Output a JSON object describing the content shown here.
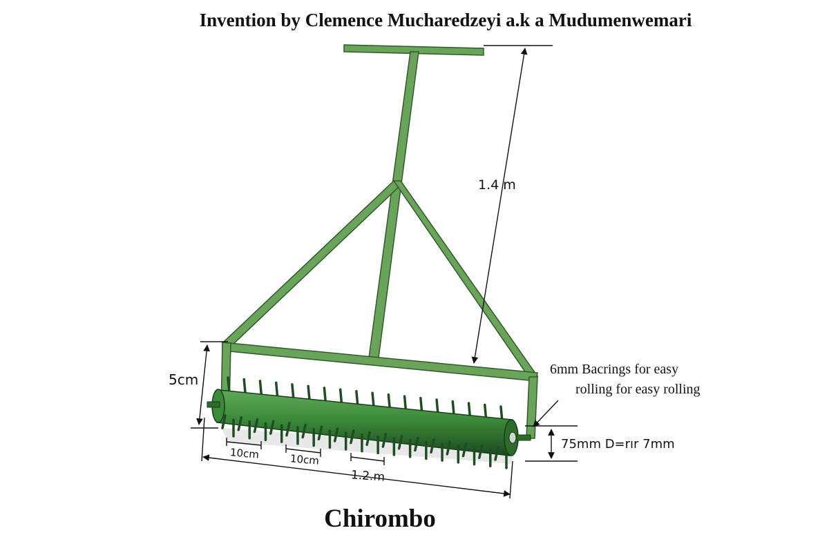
{
  "title": "Invention by Clemence Mucharedzeyi a.k a Mudumenwemari",
  "caption": "Chirombo",
  "dimensions": {
    "handle_height": "1.4 m",
    "frame_height": "5cm",
    "spike_spacing_1": "10cm",
    "spike_spacing_2": "10cm",
    "roller_width": "1.2.m",
    "roller_diameter": "75mm D=rır 7mm"
  },
  "annotation": {
    "bearing_line1": "6mm Bacrings for easy",
    "bearing_line2": "rolling for easy rolling"
  },
  "colors": {
    "frame": "#6aa35a",
    "frame_dark": "#2f5a2a",
    "roller": "#3f8a3a",
    "roller_dark": "#1f4d1f",
    "spike": "#1f4d22"
  }
}
